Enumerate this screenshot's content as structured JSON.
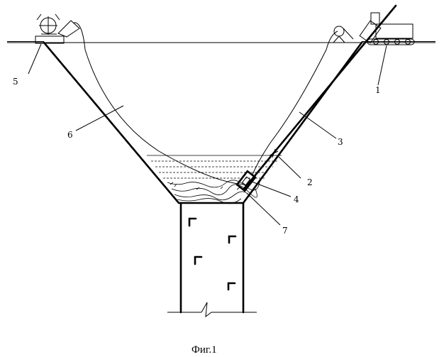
{
  "figure": {
    "caption": "Фиг.1",
    "labels": {
      "l1": "1",
      "l2": "2",
      "l3": "3",
      "l4": "4",
      "l5": "5",
      "l6": "6",
      "l7": "7"
    }
  }
}
